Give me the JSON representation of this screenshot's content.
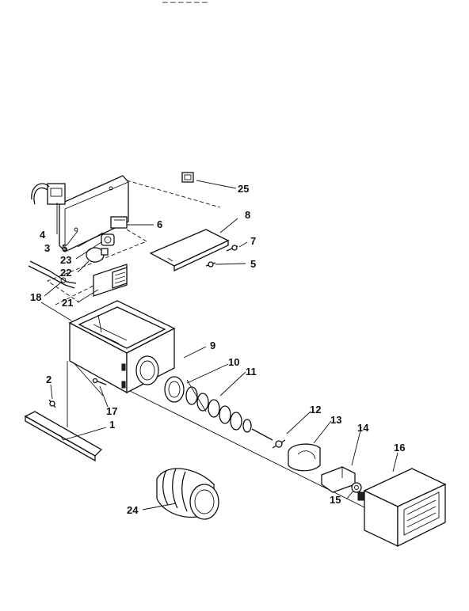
{
  "diagram": {
    "top_fragment": "–   –   –   –  –  –",
    "callouts": {
      "c1": "1",
      "c2": "2",
      "c3": "3",
      "c4": "4",
      "c5a": "5",
      "c5b": "5",
      "c6": "6",
      "c7": "7",
      "c8": "8",
      "c9": "9",
      "c10": "10",
      "c11": "11",
      "c12": "12",
      "c13": "13",
      "c14": "14",
      "c15": "15",
      "c16": "16",
      "c17": "17",
      "c18": "18",
      "c21": "21",
      "c22": "22",
      "c23": "23",
      "c24": "24",
      "c25": "25"
    }
  }
}
